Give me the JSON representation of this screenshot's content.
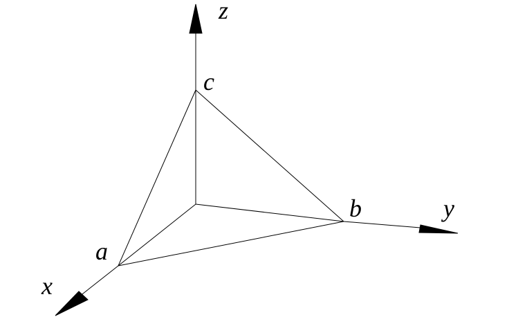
{
  "diagram": {
    "labels": {
      "z": "z",
      "y": "y",
      "x": "x",
      "a": "a",
      "b": "b",
      "c": "c"
    }
  }
}
